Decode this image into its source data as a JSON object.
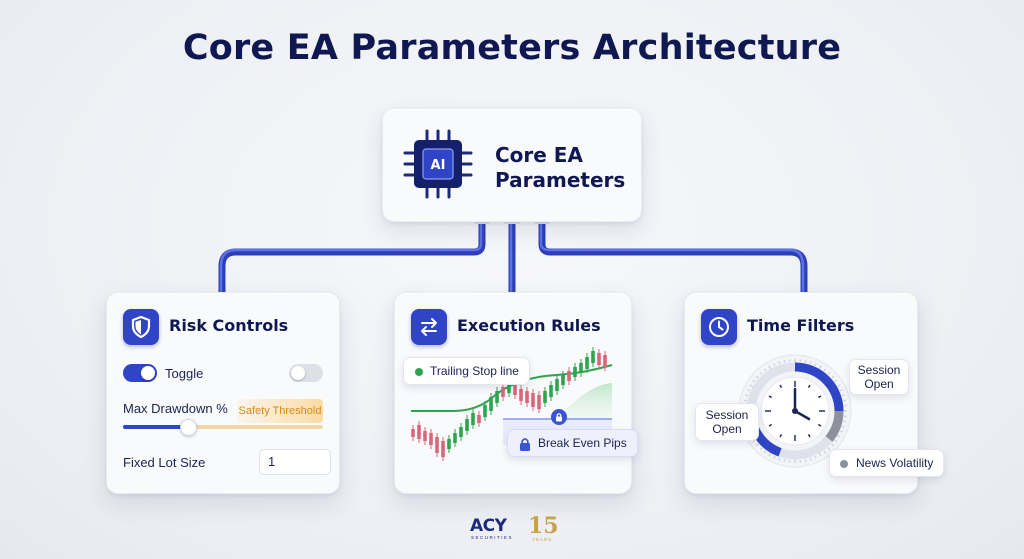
{
  "title": "Core EA Parameters Architecture",
  "core": {
    "chip_label": "AI",
    "label_line1": "Core EA",
    "label_line2": "Parameters",
    "icon": "ai-chip-icon"
  },
  "risk": {
    "title": "Risk Controls",
    "icon": "shield-icon",
    "toggle_label": "Toggle",
    "toggle_on": true,
    "second_toggle_on": false,
    "drawdown_label": "Max Drawdown %",
    "threshold_label": "Safety Threshold",
    "drawdown_slider_fraction": 0.34,
    "lot_label": "Fixed Lot Size",
    "lot_value": "1"
  },
  "execution": {
    "title": "Execution Rules",
    "icon": "swap-arrows-icon",
    "trailing_label": "Trailing Stop line",
    "break_even_label": "Break Even Pips",
    "lock_icon": "lock-icon"
  },
  "time": {
    "title": "Time Filters",
    "icon": "clock-icon",
    "session_open_right": "Session\nOpen",
    "session_open_left": "Session\nOpen",
    "news_label": "News Volatility"
  },
  "logo": {
    "brand": "ACY",
    "sub": "SECURITIES",
    "anniversary": "15",
    "years": "YEARS"
  },
  "colors": {
    "accent": "#2f44c6",
    "navy": "#0f1850",
    "green": "#2fa44f",
    "candle_red": "#d9677a",
    "candle_green": "#2fa44f",
    "threshold": "#d98a1a"
  }
}
